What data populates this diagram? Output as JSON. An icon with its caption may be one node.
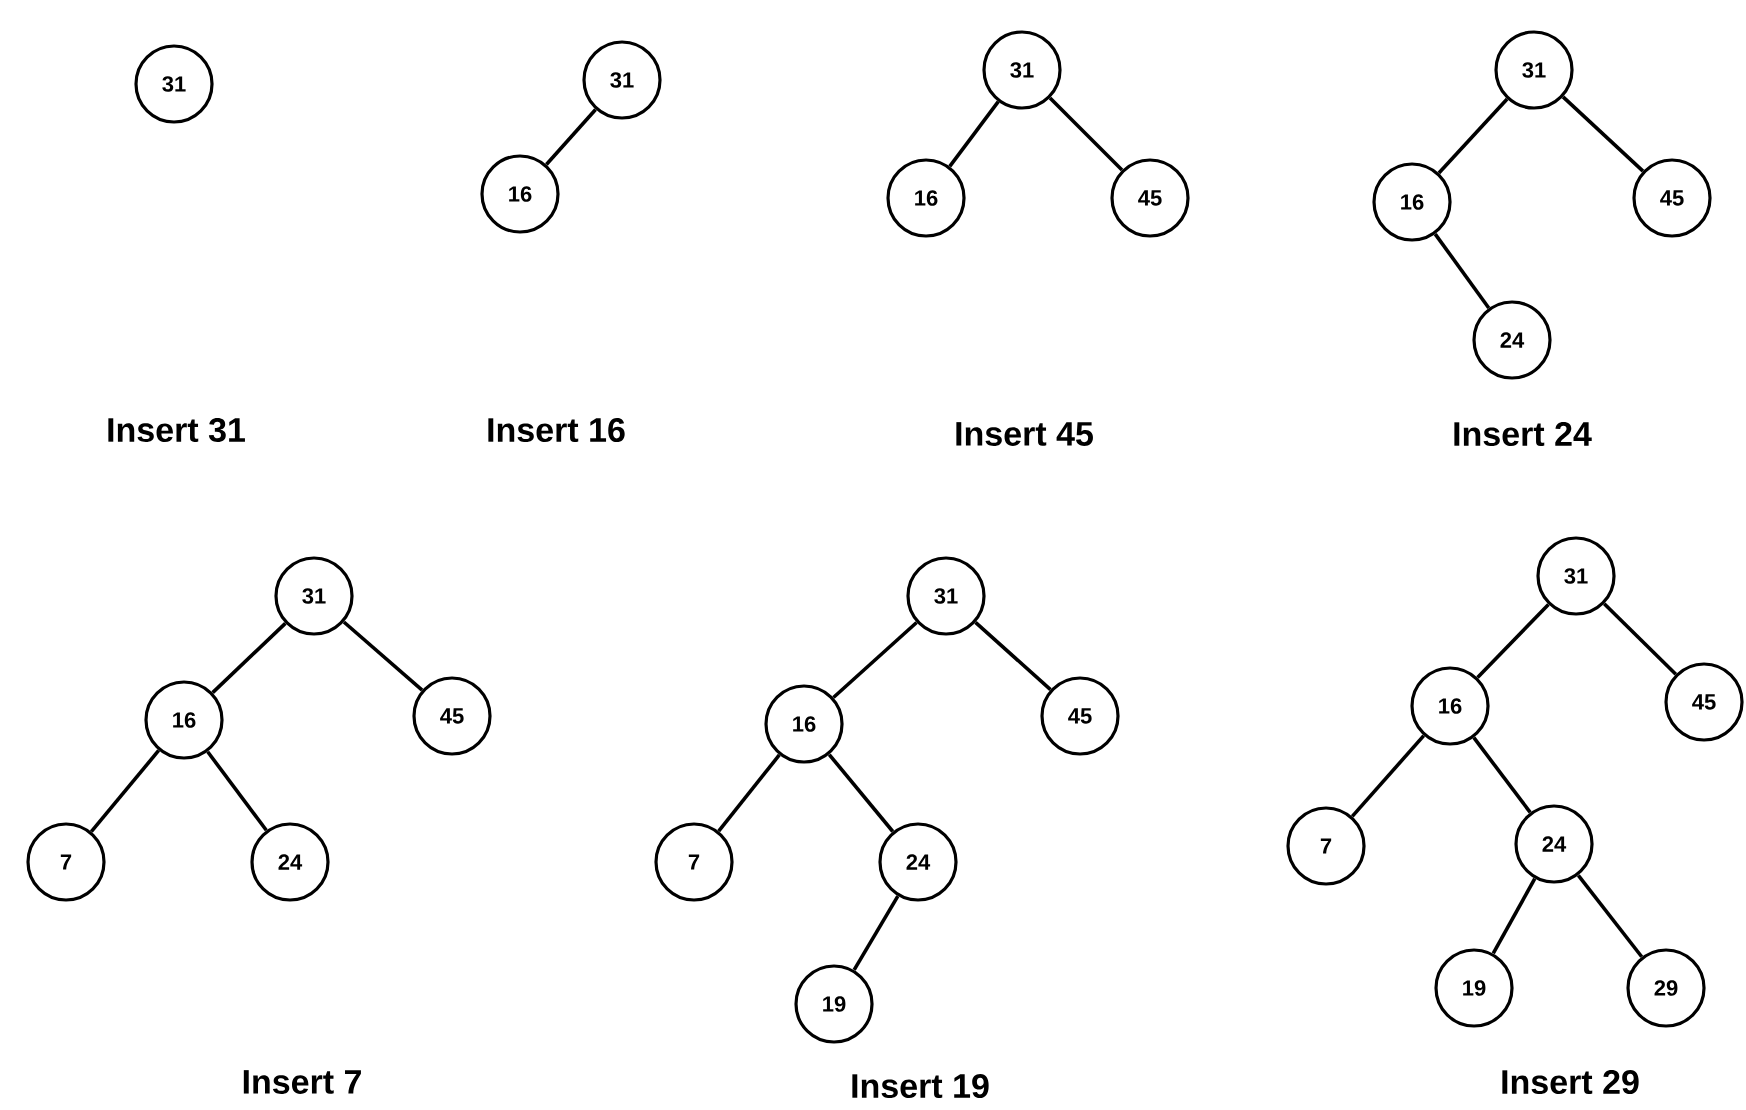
{
  "diagram": {
    "nodes": [
      {
        "text": [
          "31"
        ]
      },
      {
        "text": [
          "31"
        ]
      },
      {
        "text": [
          "16"
        ]
      },
      {
        "text": [
          "31"
        ]
      },
      {
        "text": [
          "16"
        ]
      },
      {
        "text": [
          "45"
        ]
      },
      {
        "text": [
          "31"
        ]
      },
      {
        "text": [
          "16"
        ]
      },
      {
        "text": [
          "45"
        ]
      },
      {
        "text": [
          "24"
        ]
      },
      {
        "text": [
          "31"
        ]
      },
      {
        "text": [
          "16"
        ]
      },
      {
        "text": [
          "45"
        ]
      },
      {
        "text": [
          "7"
        ]
      },
      {
        "text": [
          "24"
        ]
      },
      {
        "text": [
          "31"
        ]
      },
      {
        "text": [
          "16"
        ]
      },
      {
        "text": [
          "45"
        ]
      },
      {
        "text": [
          "7"
        ]
      },
      {
        "text": [
          "24"
        ]
      },
      {
        "text": [
          "19"
        ]
      },
      {
        "text": [
          "31"
        ]
      },
      {
        "text": [
          "16"
        ]
      },
      {
        "text": [
          "45"
        ]
      },
      {
        "text": [
          "7"
        ]
      },
      {
        "text": [
          "24"
        ]
      },
      {
        "text": [
          "19"
        ]
      },
      {
        "text": [
          "29"
        ]
      }
    ],
    "edges": [
      {
        "from": 1,
        "to": 2,
        "arrow": "none"
      },
      {
        "from": 3,
        "to": 4,
        "arrow": "none"
      },
      {
        "from": 3,
        "to": 5,
        "arrow": "none"
      },
      {
        "from": 6,
        "to": 7,
        "arrow": "none"
      },
      {
        "from": 6,
        "to": 8,
        "arrow": "none"
      },
      {
        "from": 7,
        "to": 9,
        "arrow": "none"
      },
      {
        "from": 10,
        "to": 11,
        "arrow": "none"
      },
      {
        "from": 10,
        "to": 12,
        "arrow": "none"
      },
      {
        "from": 11,
        "to": 13,
        "arrow": "none"
      },
      {
        "from": 11,
        "to": 14,
        "arrow": "none"
      },
      {
        "from": 15,
        "to": 16,
        "arrow": "none"
      },
      {
        "from": 15,
        "to": 17,
        "arrow": "none"
      },
      {
        "from": 16,
        "to": 18,
        "arrow": "none"
      },
      {
        "from": 16,
        "to": 19,
        "arrow": "none"
      },
      {
        "from": 19,
        "to": 20,
        "arrow": "none"
      },
      {
        "from": 21,
        "to": 22,
        "arrow": "none"
      },
      {
        "from": 21,
        "to": 23,
        "arrow": "none"
      },
      {
        "from": 22,
        "to": 24,
        "arrow": "none"
      },
      {
        "from": 22,
        "to": 25,
        "arrow": "none"
      },
      {
        "from": 25,
        "to": 26,
        "arrow": "none"
      },
      {
        "from": 25,
        "to": 27,
        "arrow": "none"
      }
    ],
    "labels": [
      "Insert 31",
      "Insert 16",
      "Insert 45",
      "Insert 24",
      "Insert 7",
      "Insert 19",
      "Insert 29"
    ]
  }
}
